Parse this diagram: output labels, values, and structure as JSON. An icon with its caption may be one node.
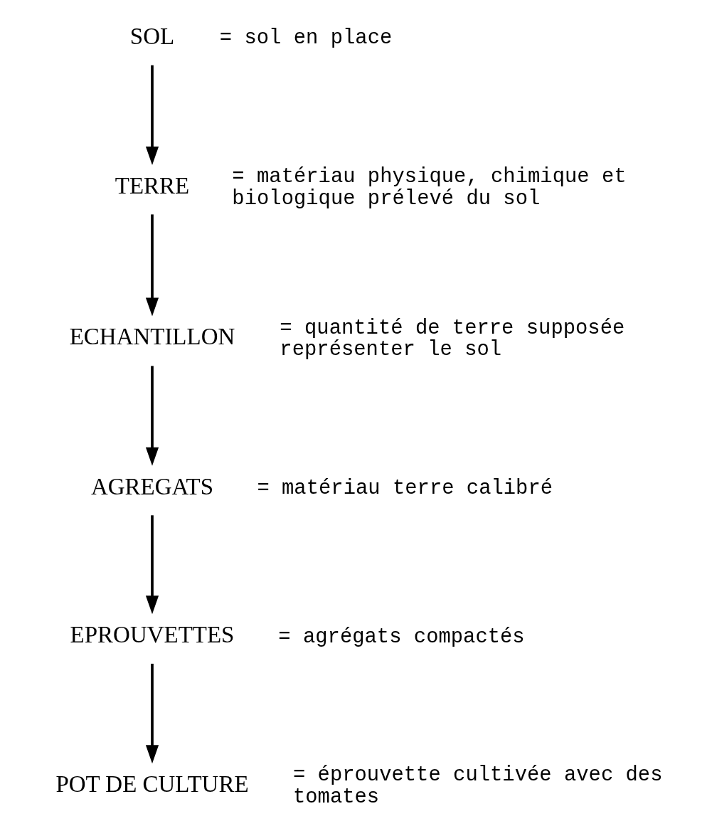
{
  "diagram": {
    "nodes": [
      {
        "text": [
          "SOL"
        ],
        "beside": [
          "= sol en place"
        ]
      },
      {
        "text": [
          "TERRE"
        ],
        "beside": [
          "= matériau physique, chimique et biologique prélevé du sol"
        ]
      },
      {
        "text": [
          "ECHANTILLON"
        ],
        "beside": [
          "= quantité de terre supposée représenter le sol"
        ]
      },
      {
        "text": [
          "AGREGATS"
        ],
        "beside": [
          "= matériau terre calibré"
        ]
      },
      {
        "text": [
          "EPROUVETTES"
        ],
        "beside": [
          "= agrégats compactés"
        ]
      },
      {
        "text": [
          "POT DE CULTURE"
        ],
        "beside": [
          "= éprouvette cultivée avec des tomates"
        ]
      }
    ],
    "edges": [
      {
        "from": 0,
        "to": 1,
        "arrow": "to"
      },
      {
        "from": 1,
        "to": 2,
        "arrow": "to"
      },
      {
        "from": 2,
        "to": 3,
        "arrow": "to"
      },
      {
        "from": 3,
        "to": 4,
        "arrow": "to"
      },
      {
        "from": 4,
        "to": 5,
        "arrow": "to"
      }
    ]
  }
}
